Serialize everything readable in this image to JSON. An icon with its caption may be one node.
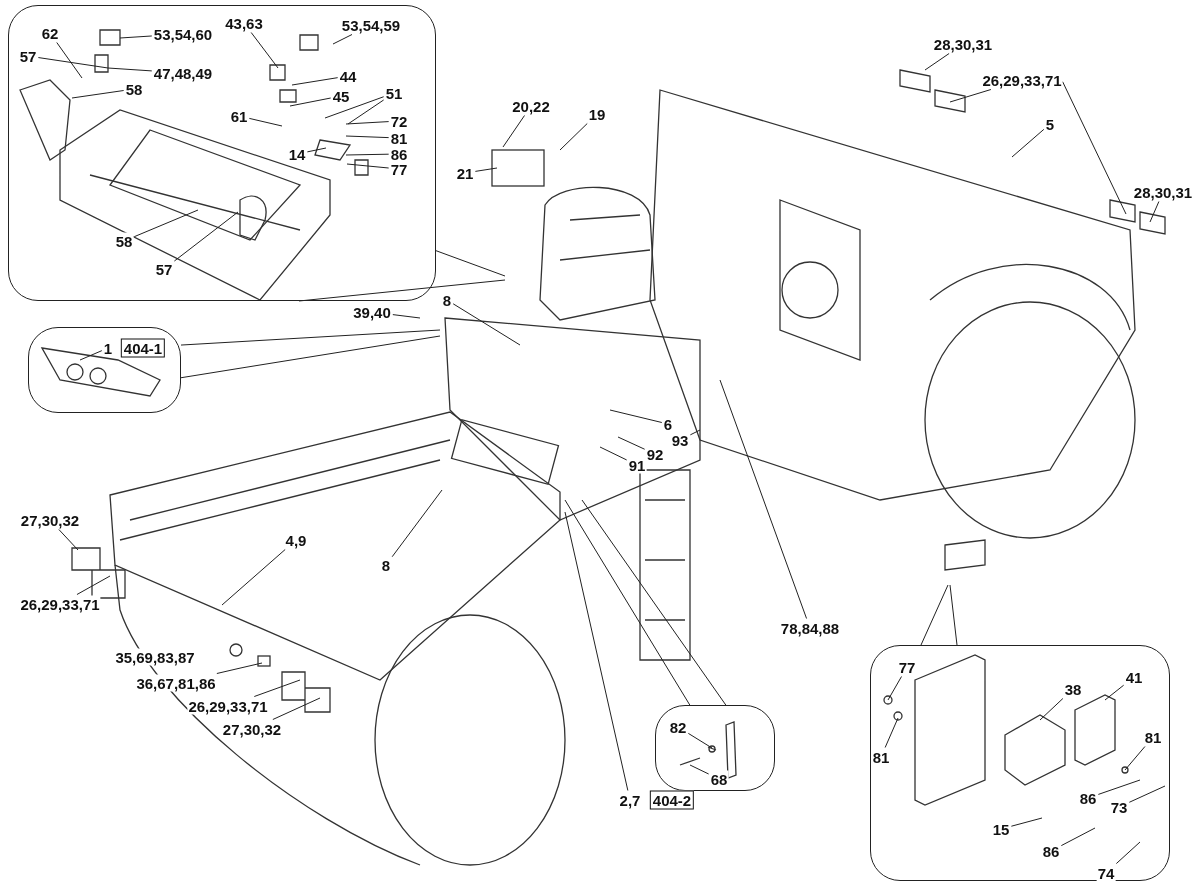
{
  "diagram": {
    "nodes": [
      {
        "text": [],
        "shape": "box"
      },
      {
        "text": [
          "53,54,60"
        ],
        "in": 0
      },
      {
        "text": [
          "62"
        ],
        "in": 0
      },
      {
        "text": [
          "57"
        ],
        "in": 0
      },
      {
        "text": [
          "47,48,49"
        ],
        "in": 0
      },
      {
        "text": [
          "58"
        ],
        "in": 0
      },
      {
        "text": [
          "43,63"
        ],
        "in": 0
      },
      {
        "text": [
          "53,54,59"
        ],
        "in": 0
      },
      {
        "text": [
          "44"
        ],
        "in": 0
      },
      {
        "text": [
          "45"
        ],
        "in": 0
      },
      {
        "text": [
          "51"
        ],
        "in": 0
      },
      {
        "text": [
          "61"
        ],
        "in": 0
      },
      {
        "text": [
          "72"
        ],
        "in": 0
      },
      {
        "text": [
          "81"
        ],
        "in": 0
      },
      {
        "text": [
          "14"
        ],
        "in": 0
      },
      {
        "text": [
          "86"
        ],
        "in": 0
      },
      {
        "text": [
          "77"
        ],
        "in": 0
      },
      {
        "text": [
          "58"
        ],
        "in": 0
      },
      {
        "text": [
          "57"
        ],
        "in": 0
      },
      {
        "text": [
          "20,22"
        ]
      },
      {
        "text": [
          "19"
        ]
      },
      {
        "text": [
          "21"
        ]
      },
      {
        "text": [
          "28,30,31"
        ]
      },
      {
        "text": [
          "26,29,33,71"
        ]
      },
      {
        "text": [
          "5"
        ]
      },
      {
        "text": [
          "28,30,31"
        ]
      },
      {
        "text": [
          "39,40"
        ]
      },
      {
        "text": [
          "8"
        ]
      },
      {
        "text": [
          "6"
        ]
      },
      {
        "text": [
          "93"
        ]
      },
      {
        "text": [
          "92"
        ]
      },
      {
        "text": [
          "91"
        ]
      },
      {
        "text": [],
        "shape": "box"
      },
      {
        "text": [
          "1"
        ],
        "in": 32
      },
      {
        "text": [
          "404-1"
        ],
        "in": 32
      },
      {
        "text": [
          "27,30,32"
        ]
      },
      {
        "text": [
          "26,29,33,71"
        ]
      },
      {
        "text": [
          "4,9"
        ]
      },
      {
        "text": [
          "8"
        ]
      },
      {
        "text": [
          "36,67,81,86"
        ]
      },
      {
        "text": [
          "26,29,33,71"
        ]
      },
      {
        "text": [
          "27,30,32"
        ]
      },
      {
        "text": [
          "78,84,88"
        ]
      },
      {
        "text": [],
        "shape": "box"
      },
      {
        "text": [
          "77"
        ],
        "in": 43
      },
      {
        "text": [
          "81"
        ],
        "in": 43
      },
      {
        "text": [
          "38"
        ],
        "in": 43
      },
      {
        "text": [
          "41"
        ],
        "in": 43
      },
      {
        "text": [
          "81"
        ],
        "in": 43
      },
      {
        "text": [
          "86"
        ],
        "in": 43
      },
      {
        "text": [
          "73"
        ],
        "in": 43
      },
      {
        "text": [
          "15"
        ],
        "in": 43
      },
      {
        "text": [
          "86"
        ],
        "in": 43
      },
      {
        "text": [
          "74"
        ],
        "in": 43
      },
      {
        "text": [],
        "shape": "box"
      },
      {
        "text": [
          "82"
        ],
        "in": 54
      },
      {
        "text": [
          "68"
        ],
        "in": 54
      },
      {
        "text": [
          "2,7"
        ]
      },
      {
        "text": [
          "404-2"
        ]
      },
      {
        "text": [
          "35,69,83,87"
        ]
      }
    ],
    "edges": [
      {
        "from": 0,
        "to": null,
        "arrow": "none"
      },
      {
        "from": 0,
        "to": null,
        "arrow": "none"
      },
      {
        "from": 1,
        "to": null,
        "arrow": "none"
      },
      {
        "from": 2,
        "to": null,
        "arrow": "none"
      },
      {
        "from": 3,
        "to": null,
        "arrow": "none"
      },
      {
        "from": 4,
        "to": null,
        "arrow": "none"
      },
      {
        "from": 5,
        "to": null,
        "arrow": "none"
      },
      {
        "from": 6,
        "to": null,
        "arrow": "none"
      },
      {
        "from": 7,
        "to": null,
        "arrow": "none"
      },
      {
        "from": 8,
        "to": null,
        "arrow": "none"
      },
      {
        "from": 9,
        "to": null,
        "arrow": "none"
      },
      {
        "from": 10,
        "to": null,
        "arrow": "none"
      },
      {
        "from": 10,
        "to": null,
        "arrow": "none"
      },
      {
        "from": 11,
        "to": null,
        "arrow": "none"
      },
      {
        "from": 12,
        "to": null,
        "arrow": "none"
      },
      {
        "from": 13,
        "to": null,
        "arrow": "none"
      },
      {
        "from": 14,
        "to": null,
        "arrow": "none"
      },
      {
        "from": 15,
        "to": null,
        "arrow": "none"
      },
      {
        "from": 16,
        "to": null,
        "arrow": "none"
      },
      {
        "from": 17,
        "to": null,
        "arrow": "none"
      },
      {
        "from": 18,
        "to": null,
        "arrow": "none"
      },
      {
        "from": 19,
        "to": null,
        "arrow": "none"
      },
      {
        "from": 20,
        "to": null,
        "arrow": "none"
      },
      {
        "from": 21,
        "to": null,
        "arrow": "none"
      },
      {
        "from": 22,
        "to": null,
        "arrow": "none"
      },
      {
        "from": 23,
        "to": null,
        "arrow": "none"
      },
      {
        "from": 23,
        "to": null,
        "arrow": "none"
      },
      {
        "from": 24,
        "to": null,
        "arrow": "none"
      },
      {
        "from": 25,
        "to": null,
        "arrow": "none"
      },
      {
        "from": 26,
        "to": null,
        "arrow": "none"
      },
      {
        "from": 27,
        "to": null,
        "arrow": "none"
      },
      {
        "from": 28,
        "to": null,
        "arrow": "none"
      },
      {
        "from": 29,
        "to": null,
        "arrow": "none"
      },
      {
        "from": 30,
        "to": null,
        "arrow": "none"
      },
      {
        "from": 31,
        "to": null,
        "arrow": "none"
      },
      {
        "from": 32,
        "to": null,
        "arrow": "none"
      },
      {
        "from": 32,
        "to": null,
        "arrow": "none"
      },
      {
        "from": 33,
        "to": null,
        "arrow": "none"
      },
      {
        "from": 35,
        "to": null,
        "arrow": "none"
      },
      {
        "from": 36,
        "to": null,
        "arrow": "none"
      },
      {
        "from": 37,
        "to": null,
        "arrow": "none"
      },
      {
        "from": 38,
        "to": null,
        "arrow": "none"
      },
      {
        "from": 39,
        "to": null,
        "arrow": "none"
      },
      {
        "from": 40,
        "to": null,
        "arrow": "none"
      },
      {
        "from": 41,
        "to": null,
        "arrow": "none"
      },
      {
        "from": 42,
        "to": null,
        "arrow": "none"
      },
      {
        "from": 43,
        "to": null,
        "arrow": "none"
      },
      {
        "from": 43,
        "to": null,
        "arrow": "none"
      },
      {
        "from": 44,
        "to": null,
        "arrow": "none"
      },
      {
        "from": 45,
        "to": null,
        "arrow": "none"
      },
      {
        "from": 46,
        "to": null,
        "arrow": "none"
      },
      {
        "from": 47,
        "to": null,
        "arrow": "none"
      },
      {
        "from": 48,
        "to": null,
        "arrow": "none"
      },
      {
        "from": 49,
        "to": null,
        "arrow": "none"
      },
      {
        "from": 50,
        "to": null,
        "arrow": "none"
      },
      {
        "from": 51,
        "to": null,
        "arrow": "none"
      },
      {
        "from": 52,
        "to": null,
        "arrow": "none"
      },
      {
        "from": 53,
        "to": null,
        "arrow": "none"
      },
      {
        "from": 54,
        "to": null,
        "arrow": "none"
      },
      {
        "from": 54,
        "to": null,
        "arrow": "none"
      },
      {
        "from": 55,
        "to": null,
        "arrow": "none"
      },
      {
        "from": 56,
        "to": null,
        "arrow": "none"
      },
      {
        "from": 57,
        "to": null,
        "arrow": "none"
      }
    ]
  }
}
